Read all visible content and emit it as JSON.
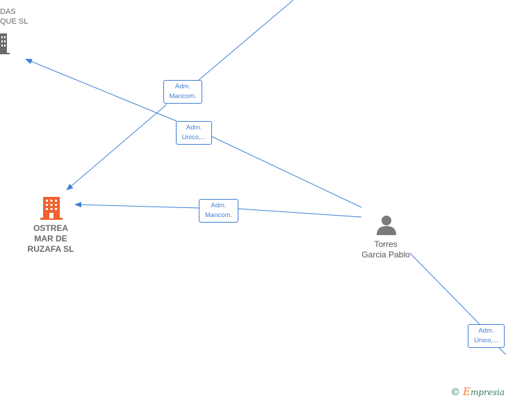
{
  "nodes": {
    "company_top": {
      "lines": [
        "DAS",
        "QUE  SL"
      ],
      "icon": "building-icon",
      "color": "#6b6b6b"
    },
    "company_main": {
      "lines": [
        "OSTREA",
        "MAR DE",
        "RUZAFA  SL"
      ],
      "icon": "building-icon",
      "color": "#f0622e"
    },
    "person": {
      "lines": [
        "Torres",
        "Garcia Pablo"
      ],
      "icon": "person-icon",
      "color": "#7a7a7a"
    }
  },
  "edge_labels": {
    "adm_mancom_top": [
      "Adm.",
      "Mancom."
    ],
    "adm_unico_top": [
      "Adm.",
      "Unico,..."
    ],
    "adm_mancom_mid": [
      "Adm.",
      "Mancom."
    ],
    "adm_unico_bottom": [
      "Adm.",
      "Unico,..."
    ]
  },
  "colors": {
    "edge": "#3f7fd6"
  },
  "brand": {
    "copyright": "©",
    "initial": "E",
    "name": "mpresia"
  }
}
